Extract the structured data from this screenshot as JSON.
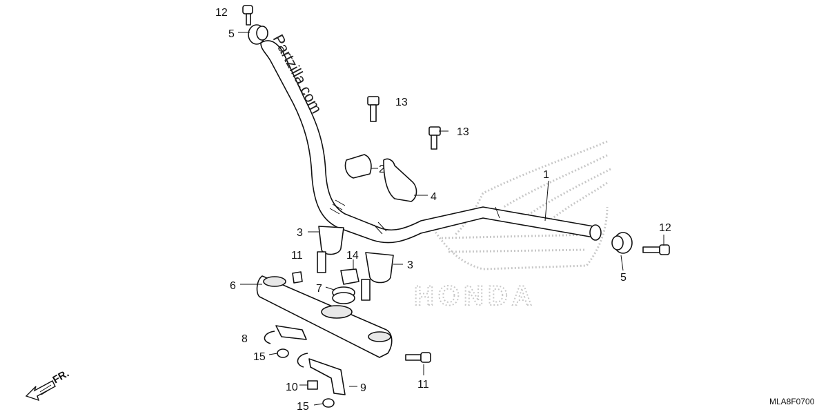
{
  "diagram_code": "MLA8F0700",
  "watermark": "Partzilla.com",
  "brand_text": "HONDA",
  "front_indicator": "FR.",
  "callouts": [
    {
      "id": "c12a",
      "text": "12"
    },
    {
      "id": "c5a",
      "text": "5"
    },
    {
      "id": "c13a",
      "text": "13"
    },
    {
      "id": "c13b",
      "text": "13"
    },
    {
      "id": "c2",
      "text": "2"
    },
    {
      "id": "c4",
      "text": "4"
    },
    {
      "id": "c1",
      "text": "1"
    },
    {
      "id": "c12b",
      "text": "12"
    },
    {
      "id": "c5b",
      "text": "5"
    },
    {
      "id": "c3a",
      "text": "3"
    },
    {
      "id": "c3b",
      "text": "3"
    },
    {
      "id": "c11a",
      "text": "11"
    },
    {
      "id": "c14",
      "text": "14"
    },
    {
      "id": "c7",
      "text": "7"
    },
    {
      "id": "c6",
      "text": "6"
    },
    {
      "id": "c8",
      "text": "8"
    },
    {
      "id": "c15a",
      "text": "15"
    },
    {
      "id": "c11b",
      "text": "11"
    },
    {
      "id": "c10",
      "text": "10"
    },
    {
      "id": "c9",
      "text": "9"
    },
    {
      "id": "c15b",
      "text": "15"
    }
  ]
}
